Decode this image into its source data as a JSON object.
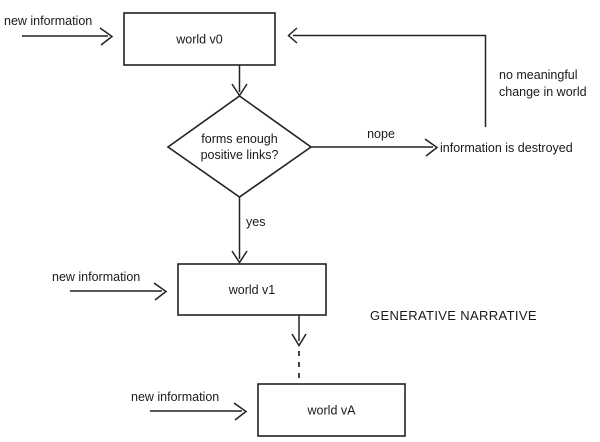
{
  "diagram": {
    "caption": "GENERATIVE NARRATIVE",
    "nodes": {
      "world_v0": "world v0",
      "world_v1": "world v1",
      "world_vA": "world vA",
      "decision_line1": "forms enough",
      "decision_line2": "positive links?",
      "destroyed": "information is destroyed"
    },
    "edges": {
      "new_info_1": "new information",
      "new_info_2": "new information",
      "new_info_3": "new information",
      "yes": "yes",
      "nope": "nope",
      "feedback_line1": "no meaningful",
      "feedback_line2": "change in world"
    },
    "colors": {
      "stroke": "#222222",
      "text": "#1a1a1a",
      "background": "#ffffff"
    }
  }
}
